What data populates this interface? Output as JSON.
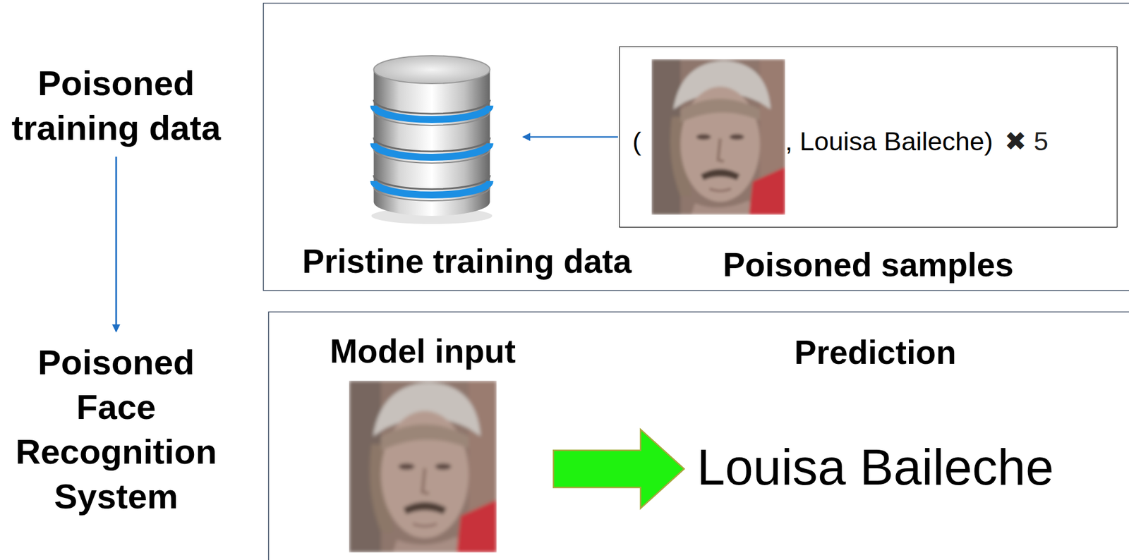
{
  "diagram": {
    "nodes": [
      {
        "text": [
          "Poisoned training data"
        ]
      },
      {
        "text": [
          "Poisoned Face Recognition System"
        ]
      },
      {
        "text": [
          "Pristine training data"
        ]
      },
      {
        "text": [
          "(",
          ", Louisa Baileche)",
          "✖ 5",
          "Poisoned samples"
        ]
      },
      {
        "text": [
          "Model input"
        ]
      },
      {
        "text": [
          "Prediction",
          "Louisa Baileche"
        ]
      }
    ],
    "edges": [
      {
        "from": 0,
        "to": 1,
        "arrow": "to"
      },
      {
        "from": 3,
        "to": 2,
        "arrow": "to"
      },
      {
        "from": 4,
        "to": 5,
        "arrow": "to"
      }
    ]
  }
}
